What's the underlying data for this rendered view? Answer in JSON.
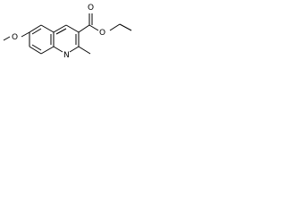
{
  "molecule": {
    "atoms": {
      "methoxy_oxygen": "O",
      "carbonyl_oxygen": "O",
      "ester_oxygen": "O",
      "ring_nitrogen": "N"
    }
  }
}
